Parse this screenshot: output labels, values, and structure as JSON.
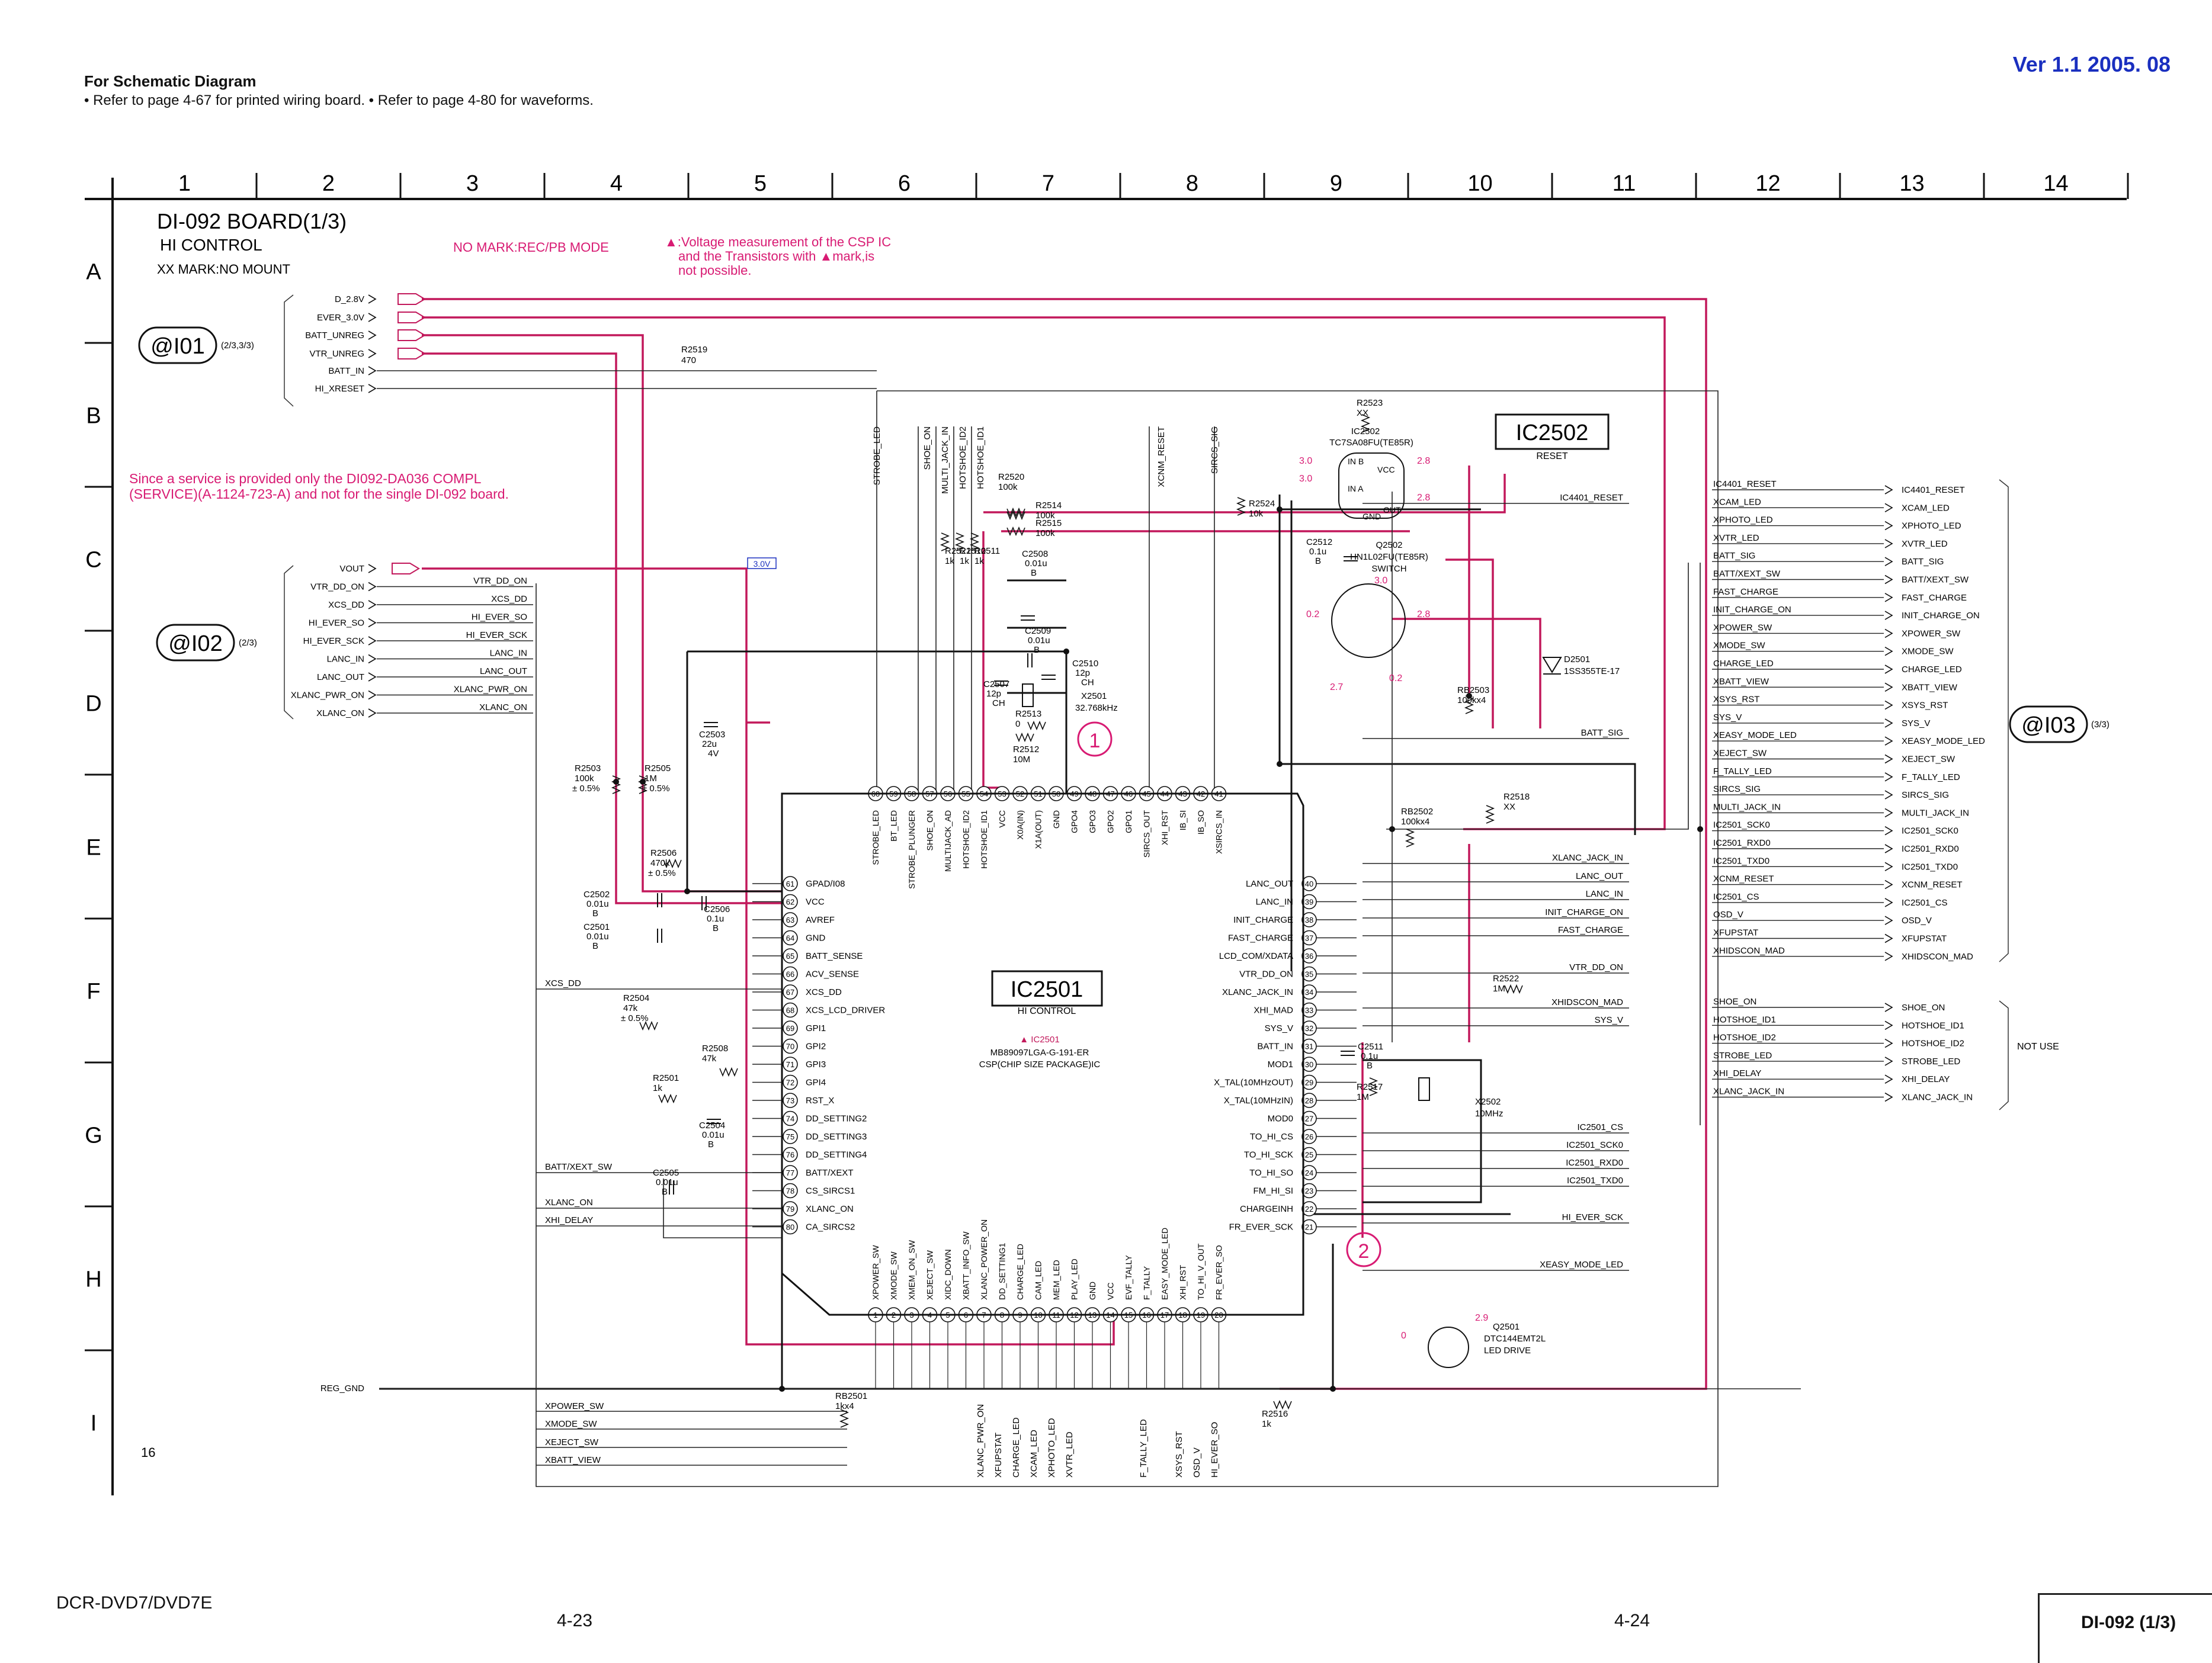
{
  "header": {
    "version": "Ver 1.1  2005. 08",
    "title": "For Schematic Diagram",
    "notes": "• Refer to page 4-67 for printed wiring board.   • Refer to page 4-80 for waveforms."
  },
  "grid": {
    "columns": [
      "1",
      "2",
      "3",
      "4",
      "5",
      "6",
      "7",
      "8",
      "9",
      "10",
      "11",
      "12",
      "13",
      "14"
    ],
    "rows": [
      "A",
      "B",
      "C",
      "D",
      "E",
      "F",
      "G",
      "H",
      "I"
    ]
  },
  "board": {
    "title": "DI-092 BOARD(1/3)",
    "subtitle": "HI CONTROL",
    "mark_note": "XX MARK:NO MOUNT",
    "mode_note": "NO MARK:REC/PB MODE",
    "csp_note": [
      "▲:Voltage measurement of the CSP IC",
      "and the Transistors with ▲mark,is",
      "not possible."
    ],
    "service_note": [
      "Since a service is provided only the DI092-DA036 COMPL",
      "(SERVICE)(A-1124-723-A) and not for the single DI-092 board."
    ],
    "sheet_number": "16",
    "not_use": "NOT USE"
  },
  "connectors": {
    "i01": {
      "label": "@I01",
      "ref": "(2/3,3/3)",
      "pins": [
        "D_2.8V",
        "EVER_3.0V",
        "BATT_UNREG",
        "VTR_UNREG",
        "BATT_IN",
        "HI_XRESET"
      ]
    },
    "i02": {
      "label": "@I02",
      "ref": "(2/3)",
      "pins": [
        "VOUT",
        "VTR_DD_ON",
        "XCS_DD",
        "HI_EVER_SO",
        "HI_EVER_SCK",
        "LANC_IN",
        "LANC_OUT",
        "XLANC_PWR_ON",
        "XLANC_ON"
      ],
      "nets": [
        "VTR_DD_ON",
        "XCS_DD",
        "HI_EVER_SO",
        "HI_EVER_SCK",
        "LANC_IN",
        "LANC_OUT",
        "XLANC_PWR_ON",
        "XLANC_ON"
      ]
    },
    "i03": {
      "label": "@I03",
      "ref": "(3/3)",
      "pins": [
        "IC4401_RESET",
        "XCAM_LED",
        "XPHOTO_LED",
        "XVTR_LED",
        "BATT_SIG",
        "BATT/XEXT_SW",
        "FAST_CHARGE",
        "INIT_CHARGE_ON",
        "XPOWER_SW",
        "XMODE_SW",
        "CHARGE_LED",
        "XBATT_VIEW",
        "XSYS_RST",
        "SYS_V",
        "XEASY_MODE_LED",
        "XEJECT_SW",
        "F_TALLY_LED",
        "SIRCS_SIG",
        "MULTI_JACK_IN",
        "IC2501_SCK0",
        "IC2501_RXD0",
        "IC2501_TXD0",
        "XCNM_RESET",
        "IC2501_CS",
        "OSD_V",
        "XFUPSTAT",
        "XHIDSCON_MAD"
      ],
      "nets": [
        "IC4401_RESET",
        "XCAM_LED",
        "XPHOTO_LED",
        "XVTR_LED",
        "BATT_SIG",
        "BATT/XEXT_SW",
        "FAST_CHARGE",
        "INIT_CHARGE_ON",
        "XPOWER_SW",
        "XMODE_SW",
        "CHARGE_LED",
        "XBATT_VIEW",
        "XSYS_RST",
        "SYS_V",
        "XEASY_MODE_LED",
        "XEJECT_SW",
        "F_TALLY_LED",
        "SIRCS_SIG",
        "MULTI_JACK_IN",
        "IC2501_SCK0",
        "IC2501_RXD0",
        "IC2501_TXD0",
        "XCNM_RESET",
        "IC2501_CS",
        "OSD_V",
        "XFUPSTAT",
        "XHIDSCON_MAD"
      ]
    },
    "notuse": {
      "pins": [
        "SHOE_ON",
        "HOTSHOE_ID1",
        "HOTSHOE_ID2",
        "STROBE_LED",
        "XHI_DELAY",
        "XLANC_JACK_IN"
      ],
      "nets": [
        "SHOE_ON",
        "HOTSHOE_ID1",
        "HOTSHOE_ID2",
        "STROBE_LED",
        "XHI_DELAY",
        "XLANC_JACK_IN"
      ]
    },
    "reg_gnd": "REG_GND"
  },
  "ic2501": {
    "name": "IC2501",
    "function": "HI CONTROL",
    "mark_ref": "▲ IC2501",
    "part": "MB89097LGA-G-191-ER",
    "package": "CSP(CHIP SIZE PACKAGE)IC",
    "left_pins": [
      [
        "61",
        "GPAD/I08"
      ],
      [
        "62",
        "VCC"
      ],
      [
        "63",
        "AVREF"
      ],
      [
        "64",
        "GND"
      ],
      [
        "65",
        "BATT_SENSE"
      ],
      [
        "66",
        "ACV_SENSE"
      ],
      [
        "67",
        "XCS_DD"
      ],
      [
        "68",
        "XCS_LCD_DRIVER"
      ],
      [
        "69",
        "GPI1"
      ],
      [
        "70",
        "GPI2"
      ],
      [
        "71",
        "GPI3"
      ],
      [
        "72",
        "GPI4"
      ],
      [
        "73",
        "RST_X"
      ],
      [
        "74",
        "DD_SETTING2"
      ],
      [
        "75",
        "DD_SETTING3"
      ],
      [
        "76",
        "DD_SETTING4"
      ],
      [
        "77",
        "BATT/XEXT"
      ],
      [
        "78",
        "CS_SIRCS1"
      ],
      [
        "79",
        "XLANC_ON"
      ],
      [
        "80",
        "CA_SIRCS2"
      ]
    ],
    "right_pins": [
      [
        "40",
        "LANC_OUT"
      ],
      [
        "39",
        "LANC_IN"
      ],
      [
        "38",
        "INIT_CHARGE"
      ],
      [
        "37",
        "FAST_CHARGE"
      ],
      [
        "36",
        "LCD_COM/XDATA"
      ],
      [
        "35",
        "VTR_DD_ON"
      ],
      [
        "34",
        "XLANC_JACK_IN"
      ],
      [
        "33",
        "XHI_MAD"
      ],
      [
        "32",
        "SYS_V"
      ],
      [
        "31",
        "BATT_IN"
      ],
      [
        "30",
        "MOD1"
      ],
      [
        "29",
        "X_TAL(10MHzOUT)"
      ],
      [
        "28",
        "X_TAL(10MHzIN)"
      ],
      [
        "27",
        "MOD0"
      ],
      [
        "26",
        "TO_HI_CS"
      ],
      [
        "25",
        "TO_HI_SCK"
      ],
      [
        "24",
        "TO_HI_SO"
      ],
      [
        "23",
        "FM_HI_SI"
      ],
      [
        "22",
        "CHARGEINH"
      ],
      [
        "21",
        "FR_EVER_SCK"
      ]
    ],
    "top_pins": [
      [
        "60",
        "STROBE_LED"
      ],
      [
        "59",
        "BT_LED"
      ],
      [
        "58",
        "STROBE_PLUNGER"
      ],
      [
        "57",
        "SHOE_ON"
      ],
      [
        "56",
        "MULTIJACK_AD"
      ],
      [
        "55",
        "HOTSHOE_ID2"
      ],
      [
        "54",
        "HOTSHOE_ID1"
      ],
      [
        "53",
        "VCC"
      ],
      [
        "52",
        "X0A(IN)"
      ],
      [
        "51",
        "X1A(OUT)"
      ],
      [
        "50",
        "GND"
      ],
      [
        "49",
        "GPO4"
      ],
      [
        "48",
        "GPO3"
      ],
      [
        "47",
        "GPO2"
      ],
      [
        "46",
        "GPO1"
      ],
      [
        "45",
        "SIRCS_OUT"
      ],
      [
        "44",
        "XHI_RST"
      ],
      [
        "43",
        "IB_SI"
      ],
      [
        "42",
        "IB_SO"
      ],
      [
        "41",
        "XSIRCS_IN"
      ]
    ],
    "bottom_pins": [
      [
        "1",
        "XPOWER_SW"
      ],
      [
        "2",
        "XMODE_SW"
      ],
      [
        "3",
        "XMEM_ON_SW"
      ],
      [
        "4",
        "XEJECT_SW"
      ],
      [
        "5",
        "XIDC_DOWN"
      ],
      [
        "6",
        "XBATT_INFO_SW"
      ],
      [
        "7",
        "XLANC_POWER_ON"
      ],
      [
        "8",
        "DD_SETTING1"
      ],
      [
        "9",
        "CHARGE_LED"
      ],
      [
        "10",
        "CAM_LED"
      ],
      [
        "11",
        "MEM_LED"
      ],
      [
        "12",
        "PLAY_LED"
      ],
      [
        "13",
        "GND"
      ],
      [
        "14",
        "VCC"
      ],
      [
        "15",
        "EVF_TALLY"
      ],
      [
        "16",
        "F_TALLY"
      ],
      [
        "17",
        "EASY_MODE_LED"
      ],
      [
        "18",
        "XHI_RST"
      ],
      [
        "19",
        "TO_HI_V_OUT"
      ],
      [
        "20",
        "FR_EVER_SO"
      ]
    ]
  },
  "ic2502": {
    "name": "IC2502",
    "function": "RESET",
    "ref": "IC2502",
    "part": "TC7SA08FU(TE85R)",
    "pins": [
      "IN B",
      "VCC",
      "IN A",
      "OUT",
      "GND"
    ]
  },
  "q2502": {
    "ref": "Q2502",
    "part": "HN1L02FU(TE85R)",
    "function": "SWITCH"
  },
  "q2501": {
    "ref": "Q2501",
    "part": "DTC144EMT2L",
    "function": "LED DRIVE"
  },
  "d2501": {
    "ref": "D2501",
    "part": "1SS355TE-17"
  },
  "x2501": {
    "ref": "X2501",
    "value": "32.768kHz"
  },
  "x2502": {
    "ref": "X2502",
    "value": "10MHz"
  },
  "resistors": [
    {
      "ref": "R2519",
      "value": "470"
    },
    {
      "ref": "R2520",
      "value": "100k"
    },
    {
      "ref": "R2514",
      "value": "100k"
    },
    {
      "ref": "R2515",
      "value": "100k"
    },
    {
      "ref": "R2521",
      "value": "1k"
    },
    {
      "ref": "R2510",
      "value": "1k"
    },
    {
      "ref": "R2511",
      "value": "1k"
    },
    {
      "ref": "R2512",
      "value": "10M"
    },
    {
      "ref": "R2513",
      "value": "0"
    },
    {
      "ref": "R2523",
      "value": "XX"
    },
    {
      "ref": "R2524",
      "value": "10k"
    },
    {
      "ref": "R2503",
      "value": "100k",
      "tol": "± 0.5%"
    },
    {
      "ref": "R2505",
      "value": "1M",
      "tol": "± 0.5%"
    },
    {
      "ref": "R2506",
      "value": "470k",
      "tol": "± 0.5%"
    },
    {
      "ref": "R2504",
      "value": "47k",
      "tol": "± 0.5%"
    },
    {
      "ref": "R2508",
      "value": "47k"
    },
    {
      "ref": "R2501",
      "value": "1k"
    },
    {
      "ref": "R2518",
      "value": "XX"
    },
    {
      "ref": "R2522",
      "value": "1M"
    },
    {
      "ref": "R2516",
      "value": "1k"
    },
    {
      "ref": "R2517",
      "value": "1M"
    },
    {
      "ref": "RB2503",
      "value": "100kx4"
    },
    {
      "ref": "RB2502",
      "value": "100kx4"
    },
    {
      "ref": "RB2501",
      "value": "1kx4"
    }
  ],
  "capacitors": [
    {
      "ref": "C2508",
      "value": "0.01u",
      "type": "B"
    },
    {
      "ref": "C2509",
      "value": "0.01u",
      "type": "B"
    },
    {
      "ref": "C2507",
      "value": "12p",
      "type": "CH"
    },
    {
      "ref": "C2510",
      "value": "12p",
      "type": "CH"
    },
    {
      "ref": "C2503",
      "value": "22u",
      "type": "4V"
    },
    {
      "ref": "C2502",
      "value": "0.01u",
      "type": "B"
    },
    {
      "ref": "C2506",
      "value": "0.1u",
      "type": "B"
    },
    {
      "ref": "C2501",
      "value": "0.01u",
      "type": "B"
    },
    {
      "ref": "C2504",
      "value": "0.01u",
      "type": "B"
    },
    {
      "ref": "C2505",
      "value": "0.01u",
      "type": "B"
    },
    {
      "ref": "C2511",
      "value": "0.1u",
      "type": "B"
    },
    {
      "ref": "C2512",
      "value": "0.1u",
      "type": "B"
    }
  ],
  "signals": {
    "bottom_left": [
      "XPOWER_SW",
      "XMODE_SW",
      "XEJECT_SW",
      "XBATT_VIEW"
    ],
    "bottom_verticals": [
      "XLANC_PWR_ON",
      "XFUPSTAT",
      "CHARGE_LED",
      "XCAM_LED",
      "XPHOTO_LED",
      "XVTR_LED",
      "F_TALLY_LED",
      "XSYS_RST",
      "OSD_V",
      "HI_EVER_SO"
    ],
    "top_verticals": [
      "STROBE_LED",
      "SHOE_ON",
      "MULTI_JACK_IN",
      "HOTSHOE_ID2",
      "HOTSHOE_ID1",
      "XCNM_RESET",
      "SIRCS_SIG"
    ],
    "left_mid": [
      "XCS_DD",
      "BATT/XEXT_SW",
      "XLANC_ON",
      "XHI_DELAY"
    ],
    "right_mid": [
      "XLANC_JACK_IN",
      "LANC_OUT",
      "LANC_IN",
      "INIT_CHARGE_ON",
      "FAST_CHARGE",
      "VTR_DD_ON",
      "XHIDSCON_MAD",
      "SYS_V",
      "IC2501_CS",
      "IC2501_SCK0",
      "IC2501_RXD0",
      "IC2501_TXD0",
      "HI_EVER_SCK",
      "XEASY_MODE_LED",
      "IC4401_RESET",
      "BATT_SIG"
    ]
  },
  "voltages": [
    "3.0V",
    "3.0",
    "3.0",
    "2.8",
    "2.8",
    "0.2",
    "2.8",
    "2.7",
    "0.2",
    "3.0",
    "2.9",
    "0"
  ],
  "waveform_points": [
    "1",
    "2"
  ],
  "footer": {
    "model": "DCR-DVD7/DVD7E",
    "page_left": "4-23",
    "page_right": "4-24",
    "sheet_id": "DI-092 (1/3)"
  },
  "colors": {
    "signal": "#c2185b",
    "wire": "#111111",
    "version": "#1a2fbf",
    "annotation": "#d81b73"
  }
}
